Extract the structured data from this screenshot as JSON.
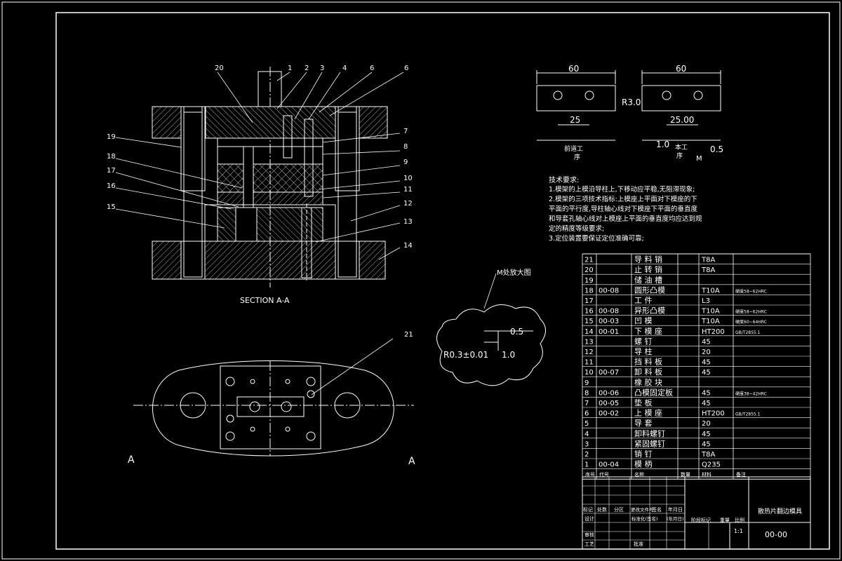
{
  "section_label": "SECTION A-A",
  "section_markers": [
    "A",
    "A"
  ],
  "balloons": [
    "1",
    "2",
    "3",
    "4",
    "6",
    "6",
    "7",
    "8",
    "9",
    "10",
    "11",
    "12",
    "13",
    "14",
    "15",
    "16",
    "17",
    "18",
    "19",
    "20",
    "21"
  ],
  "strip_views": {
    "left_width": "60",
    "left_pitch": "25",
    "left_caption": [
      "前道工",
      "序"
    ],
    "right_width": "60",
    "right_radius": "R3.0",
    "right_pitch": "25.00",
    "right_dim_a": "1.0",
    "right_caption": [
      "本工",
      "序"
    ],
    "right_dim_b": "0.5",
    "right_marker": "M"
  },
  "detail": {
    "title": "M处放大图",
    "dim_top": "0.5",
    "dim_radius": "R0.3±0.01",
    "dim_bottom": "1.0"
  },
  "tech_req": {
    "title": "技术要求:",
    "lines": [
      "1.模架的上模沿导柱上,下移动应平稳,无阻滞现象;",
      "2.模架的三项技术指标:上模座上平面对下模座的下",
      "平面的平行度,导柱轴心线对下模座下平面的垂直度",
      "和导套孔轴心线对上模座上平面的垂直度均应达到规",
      "定的精度等级要求;",
      "3.定位装置要保证定位准确可靠;"
    ]
  },
  "bom": {
    "rows": [
      {
        "no": "21",
        "code": "",
        "name": "导 料 销",
        "qty": "",
        "mat": "T8A",
        "note": ""
      },
      {
        "no": "20",
        "code": "",
        "name": "止 转 销",
        "qty": "",
        "mat": "T8A",
        "note": ""
      },
      {
        "no": "19",
        "code": "",
        "name": "储 油 槽",
        "qty": "",
        "mat": "",
        "note": ""
      },
      {
        "no": "18",
        "code": "00-08",
        "name": "圆形凸模",
        "qty": "",
        "mat": "T10A",
        "note": "硬度58~62HRC"
      },
      {
        "no": "17",
        "code": "",
        "name": "工  件",
        "qty": "",
        "mat": "L3",
        "note": ""
      },
      {
        "no": "16",
        "code": "00-08",
        "name": "异形凸模",
        "qty": "",
        "mat": "T10A",
        "note": "硬度58~62HRC"
      },
      {
        "no": "15",
        "code": "00-03",
        "name": "凹  模",
        "qty": "",
        "mat": "T10A",
        "note": "硬度60~64HRC"
      },
      {
        "no": "14",
        "code": "00-01",
        "name": "下 模 座",
        "qty": "",
        "mat": "HT200",
        "note": "GB/T2855.1"
      },
      {
        "no": "13",
        "code": "",
        "name": "螺  钉",
        "qty": "",
        "mat": "45",
        "note": ""
      },
      {
        "no": "12",
        "code": "",
        "name": "导  柱",
        "qty": "",
        "mat": "20",
        "note": ""
      },
      {
        "no": "11",
        "code": "",
        "name": "挡 料 板",
        "qty": "",
        "mat": "45",
        "note": ""
      },
      {
        "no": "10",
        "code": "00-07",
        "name": "卸 料 板",
        "qty": "",
        "mat": "45",
        "note": ""
      },
      {
        "no": "9",
        "code": "",
        "name": "橡 胶 块",
        "qty": "",
        "mat": "",
        "note": ""
      },
      {
        "no": "8",
        "code": "00-06",
        "name": "凸模固定板",
        "qty": "",
        "mat": "45",
        "note": "硬度38~42HRC"
      },
      {
        "no": "7",
        "code": "00-05",
        "name": "垫  板",
        "qty": "",
        "mat": "45",
        "note": ""
      },
      {
        "no": "6",
        "code": "00-02",
        "name": "上 模 座",
        "qty": "",
        "mat": "HT200",
        "note": "GB/T2855.1"
      },
      {
        "no": "5",
        "code": "",
        "name": "导  套",
        "qty": "",
        "mat": "20",
        "note": ""
      },
      {
        "no": "4",
        "code": "",
        "name": "卸料螺钉",
        "qty": "",
        "mat": "45",
        "note": ""
      },
      {
        "no": "3",
        "code": "",
        "name": "紧固螺钉",
        "qty": "",
        "mat": "45",
        "note": ""
      },
      {
        "no": "2",
        "code": "",
        "name": "销  钉",
        "qty": "",
        "mat": "T8A",
        "note": ""
      },
      {
        "no": "1",
        "code": "00-04",
        "name": "模  柄",
        "qty": "",
        "mat": "Q235",
        "note": ""
      }
    ],
    "header": {
      "no": "序号",
      "code": "代号",
      "name": "名称",
      "qty": "数量",
      "mat": "材料",
      "note": "备注"
    }
  },
  "title_block": {
    "title": "散热片翻边模具",
    "drawing_no": "00-00",
    "scale": "1:1",
    "labels": {
      "mark": "标记",
      "count": "处数",
      "zone": "分区",
      "change_doc": "更改文件号",
      "sign": "签名",
      "date": "年月日",
      "design": "设计",
      "standard": "标准化(签名)",
      "date2": "(年月日)",
      "stage": "阶段标记",
      "weight": "重量",
      "scale": "比例",
      "review": "审核",
      "process": "工艺",
      "approve": "批准"
    }
  }
}
